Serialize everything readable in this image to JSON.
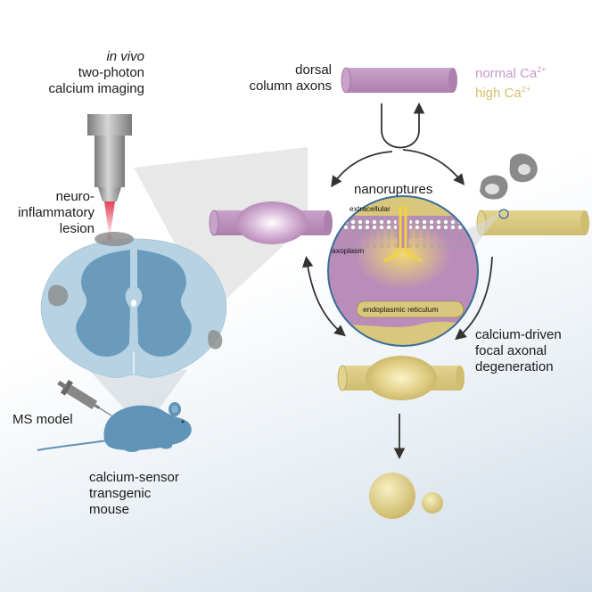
{
  "labels": {
    "in_vivo": "in vivo",
    "imaging_line1": "two-photon",
    "imaging_line2": "calcium imaging",
    "lesion_line1": "neuro-",
    "lesion_line2": "inflammatory",
    "lesion_line3": "lesion",
    "ms_model": "MS model",
    "mouse_line1": "calcium-sensor",
    "mouse_line2": "transgenic",
    "mouse_line3": "mouse",
    "axons_line1": "dorsal",
    "axons_line2": "column axons",
    "nanoruptures": "nanoruptures",
    "degeneration_line1": "calcium-driven",
    "degeneration_line2": "focal axonal",
    "degeneration_line3": "degeneration",
    "extracellular": "extracellular",
    "axoplasm": "axoplasm",
    "er": "endoplasmic reticulum"
  },
  "legend": {
    "normal": "normal Ca",
    "high": "high Ca",
    "superscript": "2+",
    "normal_color": "#c79bc8",
    "high_color": "#d9c67a"
  },
  "colors": {
    "purple": "#b98cba",
    "yellow": "#d8c77c",
    "cord_outer": "#b7d3e3",
    "cord_inner": "#6a9bbd",
    "mouse": "#5f93b8",
    "lesion": "#8e8e8e"
  }
}
